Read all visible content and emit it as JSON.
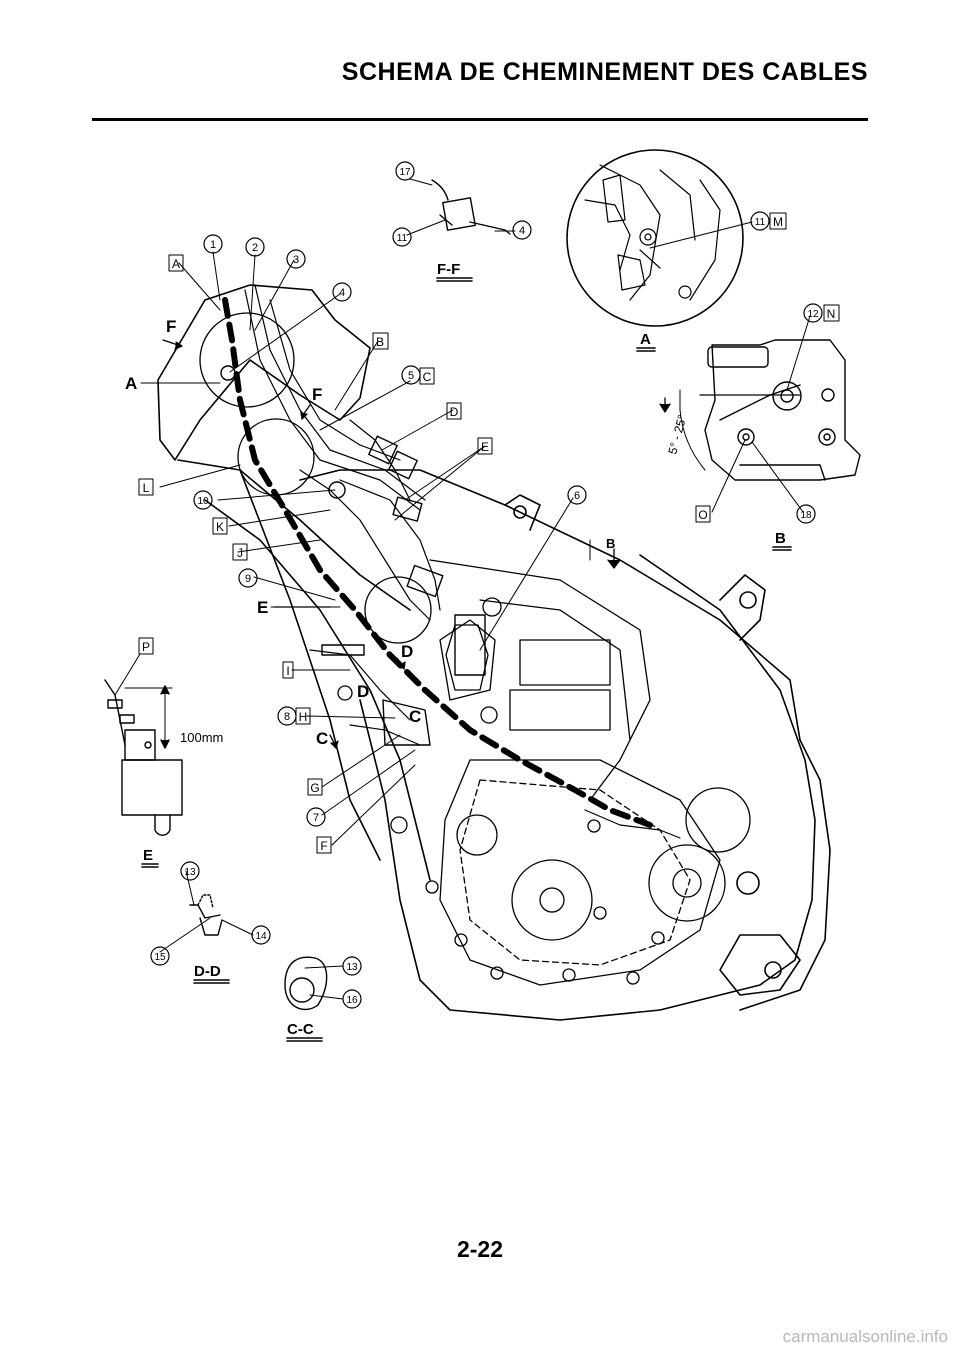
{
  "header": {
    "title": "SCHEMA DE CHEMINEMENT DES CABLES"
  },
  "footer": {
    "page_number": "2-22",
    "watermark": "carmanualsonline.info"
  },
  "callouts": {
    "c1": "1",
    "c2": "2",
    "c3": "3",
    "c4a": "4",
    "c4b": "4",
    "c5": "5",
    "c6": "6",
    "c7": "7",
    "c8": "8",
    "c9": "9",
    "c10": "10",
    "c11a": "11",
    "c11b": "11",
    "c12": "12",
    "c13a": "13",
    "c13b": "13",
    "c14": "14",
    "c15": "15",
    "c16": "16",
    "c17": "17",
    "c18": "18"
  },
  "boxed_labels": {
    "A": "A",
    "B": "B",
    "C": "C",
    "D": "D",
    "E": "E",
    "F": "F",
    "G": "G",
    "H": "H",
    "I": "I",
    "J": "J",
    "K": "K",
    "L": "L",
    "M": "M",
    "N": "N",
    "O": "O",
    "P": "P"
  },
  "section_labels": {
    "A_arrow": "A",
    "F_top": "F",
    "F_mid": "F",
    "E_arrow": "E",
    "D_upper": "D",
    "D_lower": "D",
    "C_right": "C",
    "C_left": "C",
    "B_arrow": "B"
  },
  "view_titles": {
    "ff": "F-F",
    "a": "A",
    "b": "B",
    "e": "E",
    "dd": "D-D",
    "cc": "C-C"
  },
  "dimensions": {
    "length": "100mm",
    "angle_range": "5° - 25°"
  }
}
